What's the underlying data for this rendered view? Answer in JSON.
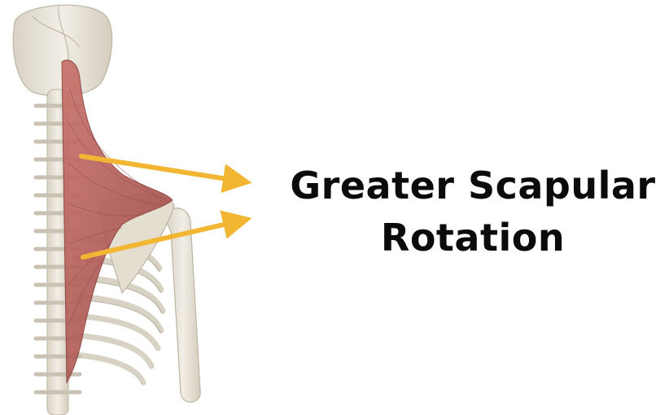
{
  "caption": {
    "line1": "Greater Scapular",
    "line2": "Rotation"
  },
  "illustration": {
    "subject": "skeleton-back-trapezius",
    "arrow_count": 2
  },
  "colors": {
    "background": "#ffffff",
    "caption_text": "#0b0b0b",
    "arrow": "#f2b632",
    "muscle": "#b25a55",
    "bone": "#e7e2d6"
  }
}
